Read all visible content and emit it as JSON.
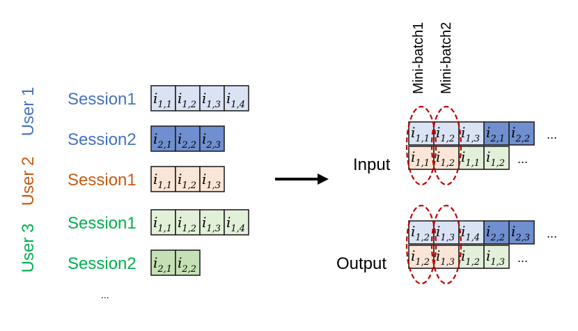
{
  "users": [
    {
      "label": "User 1",
      "color": "#4472C4"
    },
    {
      "label": "User 2",
      "color": "#C55A11"
    },
    {
      "label": "User 3",
      "color": "#00B050"
    }
  ],
  "left_rows": [
    {
      "session": "Session1",
      "user": 0,
      "cells": [
        {
          "i": "1,1",
          "fill": "#DAE3F3"
        },
        {
          "i": "1,2",
          "fill": "#DAE3F3"
        },
        {
          "i": "1,3",
          "fill": "#DAE3F3"
        },
        {
          "i": "1,4",
          "fill": "#DAE3F3"
        }
      ]
    },
    {
      "session": "Session2",
      "user": 0,
      "cells": [
        {
          "i": "2,1",
          "fill": "#6F8FD0"
        },
        {
          "i": "2,2",
          "fill": "#6F8FD0"
        },
        {
          "i": "2,3",
          "fill": "#6F8FD0"
        }
      ]
    },
    {
      "session": "Session1",
      "user": 1,
      "cells": [
        {
          "i": "1,1",
          "fill": "#FBE5D6"
        },
        {
          "i": "1,2",
          "fill": "#FBE5D6"
        },
        {
          "i": "1,3",
          "fill": "#FBE5D6"
        }
      ]
    },
    {
      "session": "Session1",
      "user": 2,
      "cells": [
        {
          "i": "1,1",
          "fill": "#E2F0D9"
        },
        {
          "i": "1,2",
          "fill": "#E2F0D9"
        },
        {
          "i": "1,3",
          "fill": "#E2F0D9"
        },
        {
          "i": "1,4",
          "fill": "#E2F0D9"
        }
      ]
    },
    {
      "session": "Session2",
      "user": 2,
      "cells": [
        {
          "i": "2,1",
          "fill": "#C5E0B4"
        },
        {
          "i": "2,2",
          "fill": "#C5E0B4"
        }
      ]
    }
  ],
  "left_ellipsis": "...",
  "minibatches": [
    "Mini-batch1",
    "Mini-batch2"
  ],
  "groups": [
    {
      "label": "Input",
      "rows": [
        {
          "cells": [
            {
              "i": "1,1",
              "fill": "#DAE3F3"
            },
            {
              "i": "1,2",
              "fill": "#DAE3F3"
            },
            {
              "i": "1,3",
              "fill": "#DAE3F3"
            },
            {
              "i": "2,1",
              "fill": "#6F8FD0"
            },
            {
              "i": "2,2",
              "fill": "#6F8FD0"
            }
          ],
          "ellipsis": "..."
        },
        {
          "cells": [
            {
              "i": "1,1",
              "fill": "#FBE5D6"
            },
            {
              "i": "1,2",
              "fill": "#FBE5D6"
            },
            {
              "i": "1,1",
              "fill": "#E2F0D9"
            },
            {
              "i": "1,2",
              "fill": "#E2F0D9"
            }
          ],
          "ellipsis": "..."
        }
      ]
    },
    {
      "label": "Output",
      "rows": [
        {
          "cells": [
            {
              "i": "1,2",
              "fill": "#DAE3F3"
            },
            {
              "i": "1,3",
              "fill": "#DAE3F3"
            },
            {
              "i": "1,4",
              "fill": "#DAE3F3"
            },
            {
              "i": "2,2",
              "fill": "#6F8FD0"
            },
            {
              "i": "2,3",
              "fill": "#6F8FD0"
            }
          ],
          "ellipsis": "..."
        },
        {
          "cells": [
            {
              "i": "1,2",
              "fill": "#FBE5D6"
            },
            {
              "i": "1,3",
              "fill": "#FBE5D6"
            },
            {
              "i": "1,2",
              "fill": "#E2F0D9"
            },
            {
              "i": "1,3",
              "fill": "#E2F0D9"
            }
          ],
          "ellipsis": "..."
        }
      ]
    }
  ],
  "colors": {
    "ellipse": "#C00000",
    "arrow": "#000000",
    "border": "#222222"
  }
}
